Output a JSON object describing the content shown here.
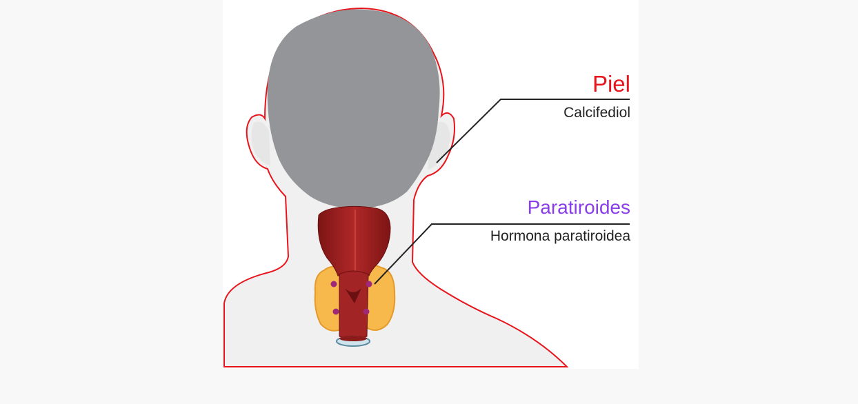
{
  "labels": {
    "skin": {
      "title": "Piel",
      "subtitle": "Calcifediol"
    },
    "parathyroid": {
      "title": "Paratiroides",
      "subtitle": "Hormona paratiroidea"
    }
  },
  "colors": {
    "skin_title": "#e8141b",
    "parathyroid_title": "#8a3ee8",
    "outline": "#e8141b",
    "skin_fill": "#f0f0f0",
    "hair": "#939598",
    "muscle": "#9b1f1f",
    "gland": "#f7b84c",
    "dots": "#a0287a",
    "leader": "#222222"
  }
}
